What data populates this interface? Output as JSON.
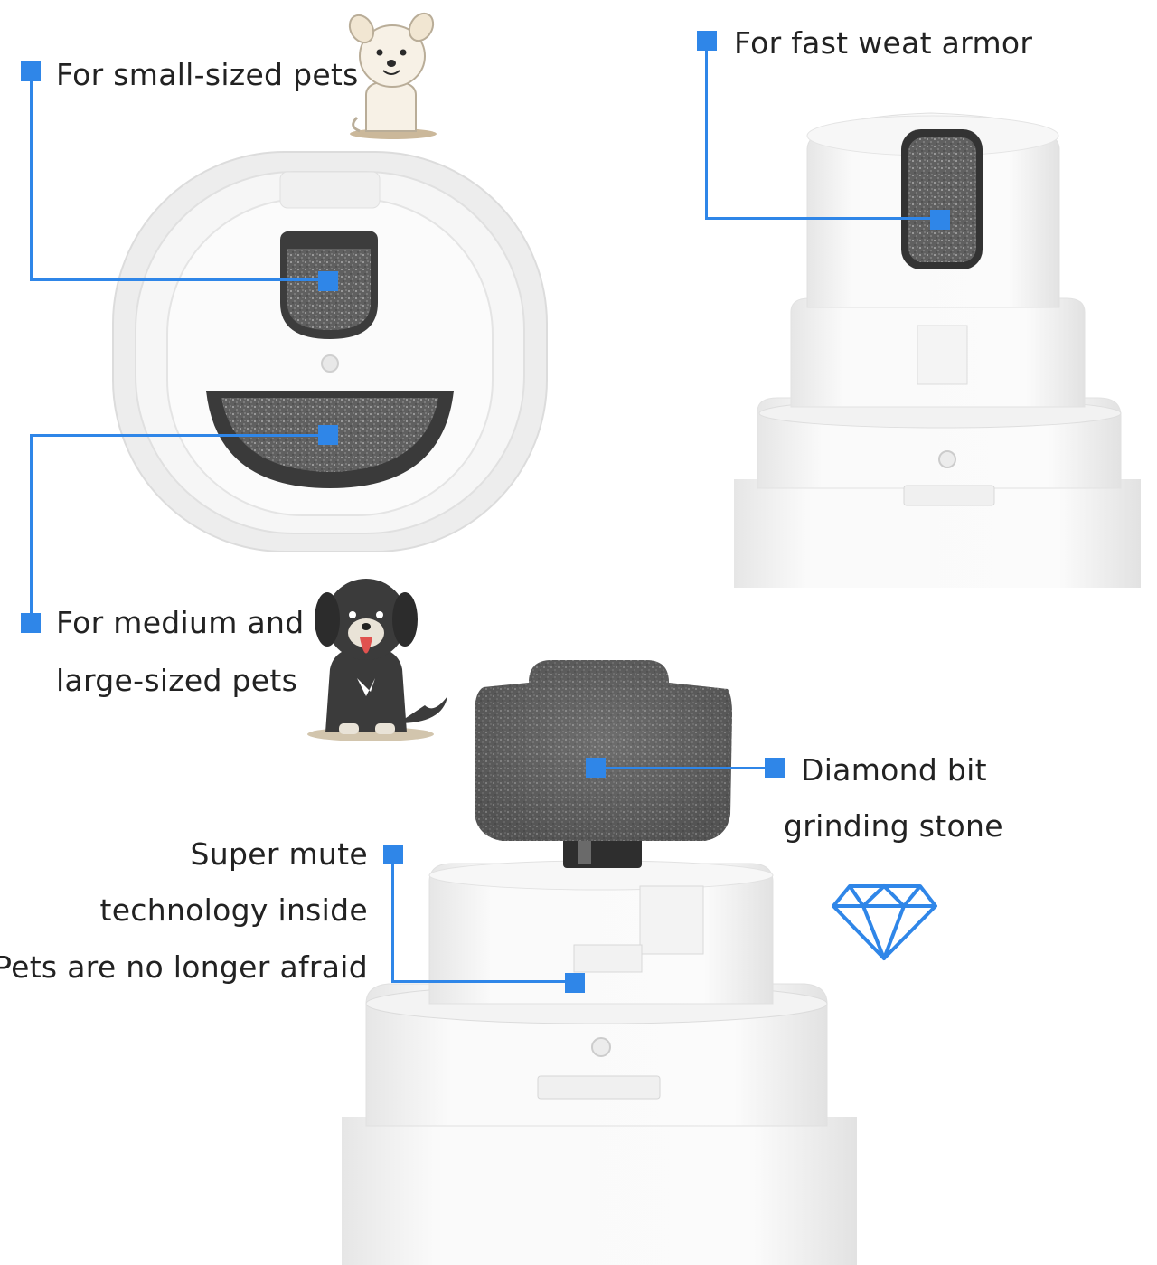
{
  "colors": {
    "accent": "#2f86e8",
    "device": "#f4f4f4",
    "stone": "#5a5a5a",
    "text": "#222222"
  },
  "icons": [
    "light-dog-icon",
    "dark-dog-icon",
    "diamond-icon"
  ],
  "callouts": {
    "small_pets": "For small-sized pets",
    "fast_wear": "For fast weat armor",
    "medium_large_line1": "For medium and",
    "medium_large_line2": "large-sized pets",
    "diamond_line1": "Diamond bit",
    "diamond_line2": "grinding stone",
    "mute_line1": "Super mute",
    "mute_line2": "technology inside",
    "mute_line3": "Pets are no longer afraid"
  }
}
